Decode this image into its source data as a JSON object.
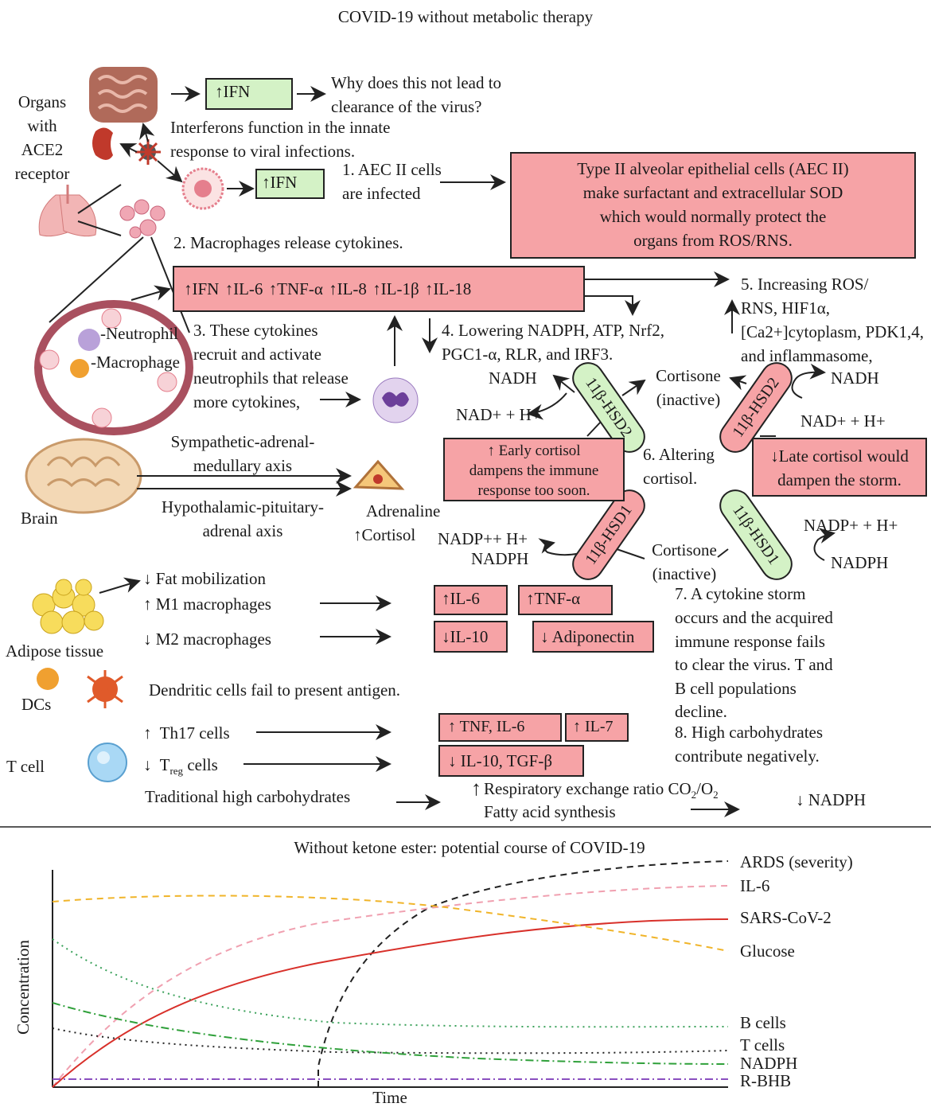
{
  "title": "COVID-19 without metabolic therapy",
  "organs_label": [
    "Organs",
    "with",
    "ACE2",
    "receptor"
  ],
  "ifn_box": "IFN",
  "question": [
    "Why does this not lead to",
    "clearance of the virus?"
  ],
  "interferon_note": [
    "Interferons function in the innate",
    "response to viral infections."
  ],
  "step1": [
    "1. AEC II cells",
    "are infected"
  ],
  "aec_box": [
    "Type II alveolar epithelial cells (AEC II)",
    "make surfactant and extracellular SOD",
    "which would normally protect the",
    "organs from ROS/RNS."
  ],
  "step2": "2. Macrophages release cytokines.",
  "cytokines": [
    "IFN",
    "IL-6",
    "TNF-α",
    "IL-8",
    "IL-1β",
    "IL-18"
  ],
  "neutrophil_label": "Neutrophil",
  "macrophage_label": "Macrophage",
  "step3": [
    "3. These cytokines",
    "recruit and activate",
    "neutrophils that release",
    "more cytokines,"
  ],
  "step4": [
    "4. Lowering NADPH, ATP, Nrf2,",
    "PGC1-α, RLR, and IRF3."
  ],
  "step5": [
    "5. Increasing ROS/",
    "RNS, HIF1α,",
    "[Ca2+]cytoplasm, PDK1,4,",
    "and inflammasome,"
  ],
  "nadh": "NADH",
  "nad_h": "NAD+ + H+",
  "cortisone_inactive": [
    "Cortisone",
    "(inactive)"
  ],
  "hsd2": "11β-HSD2",
  "hsd1": "11β-HSD1",
  "early_cortisol": [
    "Early cortisol",
    "dampens the immune",
    "response too soon."
  ],
  "step6": [
    "6. Altering",
    "cortisol."
  ],
  "late_cortisol": [
    "Late cortisol would",
    "dampen the storm."
  ],
  "nadp_h": "NADP+ + H+",
  "nadp_h_left": "NADP++ H+",
  "nadph": "NADPH",
  "brain_axis1": [
    "Sympathetic-adrenal-",
    "medullary axis"
  ],
  "brain_axis2": [
    "Hypothalamic-pituitary-",
    "adrenal axis"
  ],
  "brain_label": "Brain",
  "adrenal_out": [
    "Adrenaline",
    "Cortisol"
  ],
  "fat": "Fat mobilization",
  "m1": "M1 macrophages",
  "m2": "M2 macrophages",
  "adipose_label": "Adipose tissue",
  "il6": "IL-6",
  "tnfa": "TNF-α",
  "il10": "IL-10",
  "adiponectin": "Adiponectin",
  "step7": [
    "7. A cytokine storm",
    "occurs and the acquired",
    "immune response fails",
    "to clear the virus. T and",
    "B cell populations",
    "decline."
  ],
  "step8": [
    "8. High carbohydrates",
    "contribute negatively."
  ],
  "dcs_label": "DCs",
  "dendritic": "Dendritic cells fail to present antigen.",
  "th17": "Th17 cells",
  "treg": "Treg cells",
  "tcell_label": "T cell",
  "tnf_il6": "TNF, IL-6",
  "il7": "IL-7",
  "il10_tgf": "IL-10, TGF-β",
  "carbs": "Traditional high carbohydrates",
  "resp": [
    "Respiratory exchange ratio CO2/O2",
    "Fatty acid synthesis"
  ],
  "nadph_down": "NADPH",
  "chart_data": {
    "type": "line",
    "title": "Without ketone ester: potential course of COVID-19",
    "xlabel": "Time",
    "ylabel": "Concentration",
    "series": [
      {
        "name": "ARDS (severity)",
        "color": "#222222",
        "style": "dashed"
      },
      {
        "name": "IL-6",
        "color": "#f0a0b0",
        "style": "dashed"
      },
      {
        "name": "SARS-CoV-2",
        "color": "#d8302a",
        "style": "solid"
      },
      {
        "name": "Glucose",
        "color": "#f0b429",
        "style": "dashed"
      },
      {
        "name": "B cells",
        "color": "#3aa15a",
        "style": "dotted"
      },
      {
        "name": "T cells",
        "color": "#222222",
        "style": "dotted"
      },
      {
        "name": "NADPH",
        "color": "#2fa03a",
        "style": "dashdot"
      },
      {
        "name": "R-BHB",
        "color": "#8a4fc0",
        "style": "dashdot"
      }
    ]
  }
}
